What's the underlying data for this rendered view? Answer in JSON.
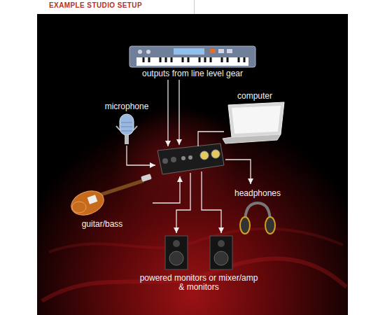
{
  "diagram": {
    "title": "EXAMPLE STUDIO SETUP",
    "labels": [
      "outputs from line level gear",
      "microphone",
      "computer",
      "guitar/bass",
      "headphones",
      "powered monitors or mixer/amp & monitors"
    ]
  }
}
